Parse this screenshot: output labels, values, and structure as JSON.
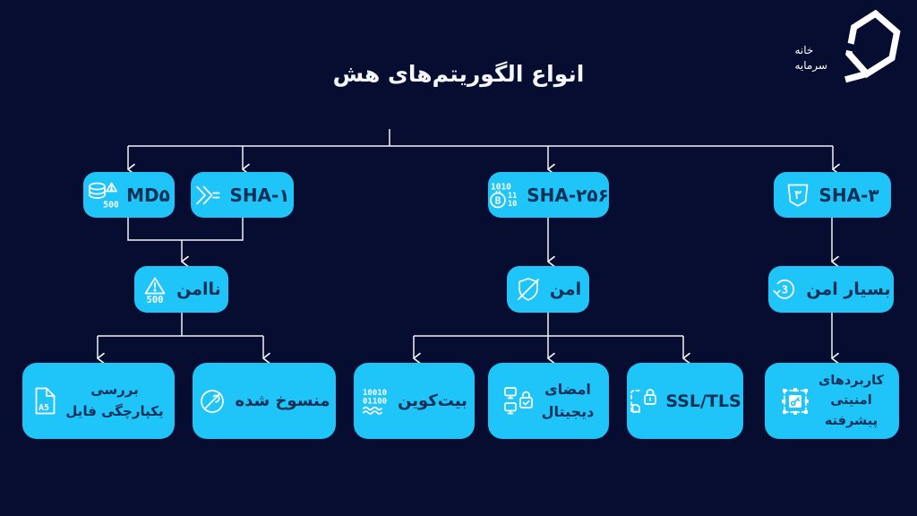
{
  "theme": {
    "bg": "#070d30",
    "box": "#1fc5f8",
    "ink": "#0b3058",
    "line": "#f2f3f7"
  },
  "header": {
    "title": "انواع الگوریتم‌های هش"
  },
  "logo": {
    "name": "خانه سرمایه",
    "text_line1": "خانه",
    "text_line2": "سرمایه"
  },
  "nodes": {
    "md5": {
      "label": "MD۵",
      "icon": "database-warning-icon",
      "icon_text": "500"
    },
    "sha1": {
      "label": "SHA-۱",
      "icon": "hash-chevrons-icon"
    },
    "sha256": {
      "label": "SHA-۲۵۶",
      "icon": "binary-bitcoin-icon",
      "bin1": "1010",
      "bin2": "11",
      "bin3": "10",
      "coin": "B"
    },
    "sha3": {
      "label": "SHA-۳",
      "icon": "shield-3-icon",
      "icon_text": "۳"
    },
    "insecure": {
      "label": "ناامن",
      "icon": "warning-500-icon",
      "icon_text": "500"
    },
    "secure": {
      "label": "امن",
      "icon": "shield-slash-icon"
    },
    "very_secure": {
      "label": "بسیار امن",
      "icon": "rotate-3-icon",
      "icon_text": "3"
    },
    "file_integrity": {
      "line1": "بررسی",
      "line2": "یکپارچگی فایل",
      "icon": "file-a5-icon",
      "icon_text": "A5"
    },
    "deprecated": {
      "label": "منسوخ شده",
      "icon": "ban-icon"
    },
    "bitcoin": {
      "label": "بیت‌کوین",
      "icon": "binary-wave-icon",
      "bin1": "10010",
      "bin2": "01100"
    },
    "digital_signature": {
      "line1": "امضای",
      "line2": "دیجیتال",
      "icon": "devices-lock-icon"
    },
    "ssl_tls": {
      "label": "SSL/TLS",
      "icon": "certificate-lock-icon"
    },
    "advanced": {
      "line1": "کاربردهای",
      "line2": "امنیتی",
      "line3": "پیشرفته",
      "icon": "key-selection-icon"
    }
  }
}
